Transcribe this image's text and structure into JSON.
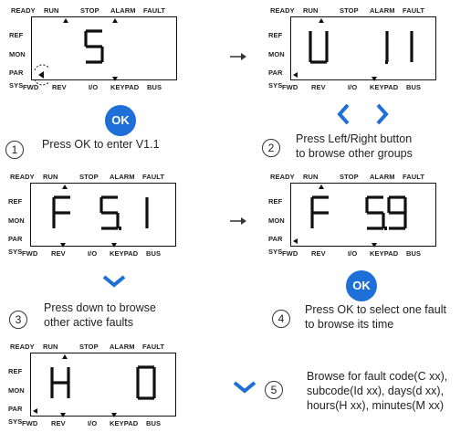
{
  "panel_labels": {
    "top": [
      "READY",
      "RUN",
      "STOP",
      "ALARM",
      "FAULT"
    ],
    "side": [
      "REF",
      "MON",
      "PAR",
      "SYS"
    ],
    "bottom": [
      "FWD",
      "REV",
      "I/O",
      "KEYPAD",
      "BUS"
    ]
  },
  "buttons": {
    "ok": "OK"
  },
  "displays": {
    "p1": "5",
    "p2": "V 1.1",
    "p3": "F 5.1",
    "p4": "F 5.9",
    "p5": "H 0"
  },
  "steps": [
    {
      "number": "1",
      "text": [
        "Press OK to enter V1.1"
      ]
    },
    {
      "number": "2",
      "text": [
        "Press Left/Right button",
        "to browse other groups"
      ]
    },
    {
      "number": "3",
      "text": [
        "Press down to browse",
        "other active faults"
      ]
    },
    {
      "number": "4",
      "text": [
        "Press OK to select one fault",
        "to browse its time"
      ]
    },
    {
      "number": "5",
      "text": [
        "Browse for fault code(C xx),",
        "subcode(Id xx), days(d xx),",
        "hours(H xx), minutes(M xx)"
      ]
    }
  ],
  "colors": {
    "accent": "#1f6fd8",
    "lcd_ink": "#111111"
  }
}
